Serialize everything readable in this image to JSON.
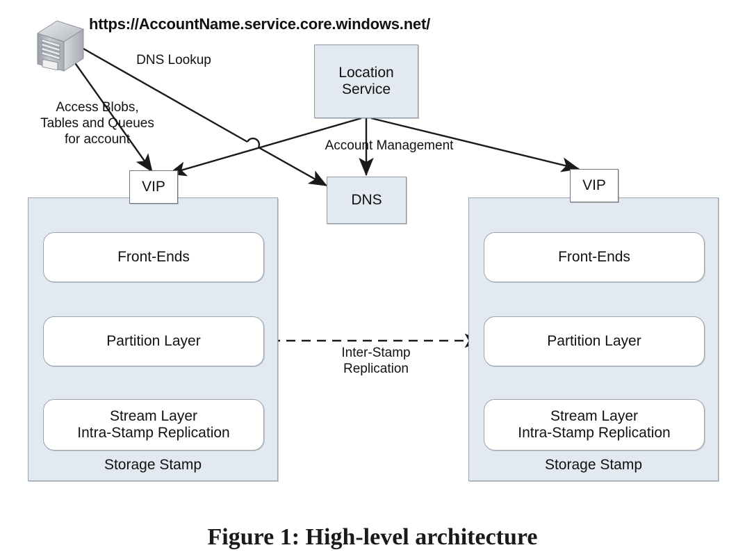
{
  "figure": {
    "caption": "Figure 1: High-level architecture",
    "url_title": "https://AccountName.service.core.windows.net/"
  },
  "colors": {
    "stamp_fill": "#e3e9f0",
    "stamp_border": "#9aa4ae",
    "box_fill": "#ffffff",
    "box_border": "#9aa4ae",
    "plain_fill": "#e3e9f0",
    "plain_border": "#8d979f",
    "line": "#1a1a1a",
    "page_bg": "#ffffff"
  },
  "icons": {
    "server": "server-tower-icon"
  },
  "nodes": {
    "location_service": {
      "label": "Location\nService",
      "line1": "Location",
      "line2": "Service"
    },
    "dns": {
      "label": "DNS"
    },
    "vip_left": {
      "label": "VIP"
    },
    "vip_right": {
      "label": "VIP"
    }
  },
  "stamps": [
    {
      "id": "left",
      "title": "Storage Stamp",
      "layers": [
        {
          "id": "front-ends",
          "line1": "Front-Ends",
          "line2": ""
        },
        {
          "id": "partition-layer",
          "line1": "Partition Layer",
          "line2": ""
        },
        {
          "id": "stream-layer",
          "line1": "Stream Layer",
          "line2": "Intra-Stamp Replication"
        }
      ]
    },
    {
      "id": "right",
      "title": "Storage Stamp",
      "layers": [
        {
          "id": "front-ends",
          "line1": "Front-Ends",
          "line2": ""
        },
        {
          "id": "partition-layer",
          "line1": "Partition Layer",
          "line2": ""
        },
        {
          "id": "stream-layer",
          "line1": "Stream Layer",
          "line2": "Intra-Stamp Replication"
        }
      ]
    }
  ],
  "edge_labels": {
    "dns_lookup": "DNS Lookup",
    "access_blobs": "Access Blobs,\nTables and Queues\nfor account",
    "account_management": "Account Management",
    "inter_stamp": "Inter-Stamp\nReplication"
  }
}
